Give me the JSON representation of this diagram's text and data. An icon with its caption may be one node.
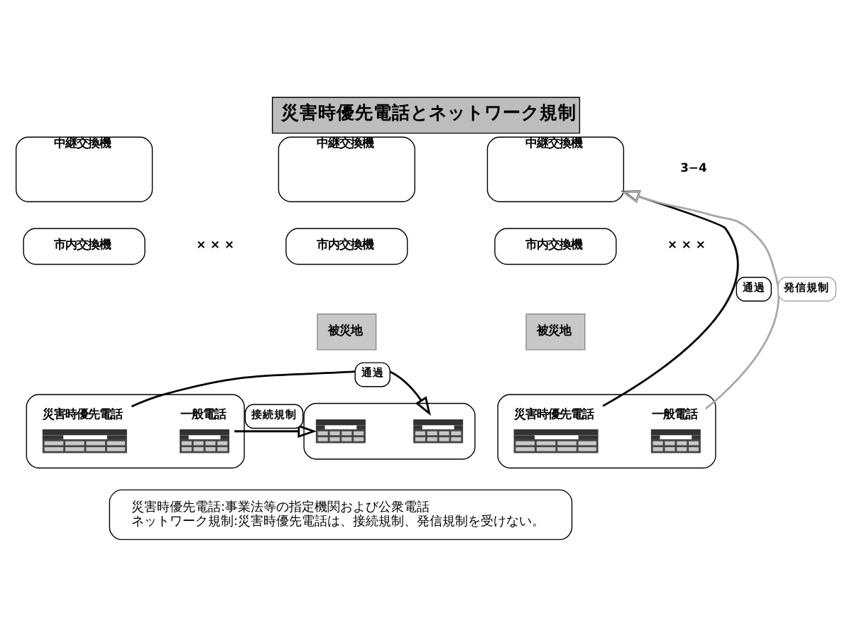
{
  "diagram": {
    "title": "災害時優先電話とネットワーク規制",
    "nodes": [
      {
        "text": [
          "中継交換機"
        ]
      },
      {
        "text": [
          "中継交換機"
        ]
      },
      {
        "text": [
          "中継交換機"
        ]
      },
      {
        "text": [
          "市内交換機"
        ]
      },
      {
        "text": [
          "市内交換機"
        ]
      },
      {
        "text": [
          "市内交換機"
        ]
      },
      {
        "text": [
          "被災地"
        ]
      },
      {
        "text": [
          "被災地"
        ]
      },
      {
        "text": [],
        "shape": "box"
      },
      {
        "text": [
          "災害時優先電話"
        ],
        "in": 8
      },
      {
        "text": [
          "一般電話"
        ],
        "in": 8
      },
      {
        "text": [],
        "shape": "box"
      },
      {
        "text": [],
        "shape": "picture",
        "in": 11
      },
      {
        "text": [],
        "shape": "picture",
        "in": 11
      },
      {
        "text": [],
        "shape": "box"
      },
      {
        "text": [
          "災害時優先電話"
        ],
        "in": 14
      },
      {
        "text": [
          "一般電話"
        ],
        "in": 14
      },
      {
        "text": [
          "災害時優先電話:事業法等の指定機関および公衆電話",
          "ネットワーク規制:災害時優先電話は、接続規制、発信規制を受けない。"
        ]
      }
    ],
    "edges": [
      {
        "from": 9,
        "to": 13,
        "arrow": "to",
        "label": "通過"
      },
      {
        "from": 10,
        "to": 12,
        "arrow": "to",
        "label": "接続規制"
      },
      {
        "from": 15,
        "to": 2,
        "arrow": "to",
        "label": "通過"
      },
      {
        "from": 16,
        "to": 2,
        "arrow": "to",
        "label": "発信規制",
        "color": "#a8a8a8"
      }
    ],
    "labels": [
      "3−4",
      "× × ×",
      "× × ×"
    ]
  }
}
